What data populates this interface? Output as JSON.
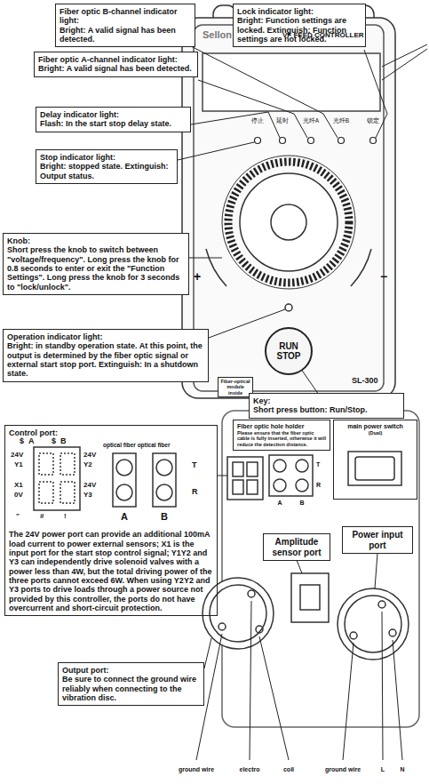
{
  "diagram": {
    "nodes": [
      {
        "text": [
          "Fiber optic B-channel indicator light:",
          "Bright: A valid signal has been detected."
        ]
      },
      {
        "text": [
          "Lock indicator light:",
          "Bright: Function settings are locked. Extinguish: Function settings are not locked."
        ]
      },
      {
        "text": [
          "Fiber optic A-channel indicator light:",
          "Bright: A valid signal has been detected."
        ]
      },
      {
        "text": [
          "Delay indicator light:",
          "Flash: In the start stop delay state."
        ]
      },
      {
        "text": [
          "Stop indicator light:",
          "Bright: stopped state. Extinguish: Output status."
        ]
      },
      {
        "text": [
          "Knob:",
          "Short press the knob to switch between \"voltage/frequency\". Long press the knob for 0.8 seconds to enter or exit the \"Function Settings\". Long press the knob for 3 seconds to \"lock/unlock\"."
        ]
      },
      {
        "text": [
          "Operation indicator light:",
          "Bright: in standby operation state. At this point, the output is determined by the fiber optic signal or external start stop port. Extinguish: In a shutdown state."
        ]
      },
      {
        "text": [
          "Fiber-optical module inside"
        ]
      },
      {
        "text": [
          "RUN",
          "STOP"
        ]
      },
      {
        "text": [
          "Key:",
          "Short press button: Run/Stop."
        ]
      },
      {
        "text": [
          "Control port:",
          "The 24V power port can provide an additional 100mA load current to power external sensors; X1 is the input port for the start stop control signal; Y1Y2 and Y3 can independently drive solenoid valves with a power less than 4W, but the total driving power of the three ports cannot exceed 6W. When using Y2Y2 and Y3 ports to drive loads through a power source not provided by this controller, the ports do not have overcurrent and short-circuit protection."
        ]
      },
      {
        "text": [
          "Fiber optic hole holder",
          "Please ensure that the fiber optic cable is fully inserted, otherwise it will reduce the detection distance."
        ]
      },
      {
        "text": [
          "main power switch",
          "(Dual)"
        ]
      },
      {
        "text": [
          "Amplitude sensor port"
        ]
      },
      {
        "text": [
          "Power input port"
        ]
      },
      {
        "text": [
          "Output port:",
          "Be sure to connect the ground wire reliably when connecting to the vibration disc."
        ]
      }
    ],
    "edges": [
      {
        "from": 9,
        "to": 8,
        "arrow": "none"
      }
    ],
    "labels": [
      "Sellon",
      "VF FEED CONTROLLER",
      "停止",
      "延时",
      "光纤A",
      "光纤B",
      "锁定",
      "+",
      "−",
      "SL-300",
      "$",
      "A",
      "$",
      "B",
      "24V",
      "Y1",
      "X1",
      "0V",
      "24V",
      "Y2",
      "24V",
      "Y3",
      "\"",
      "#",
      "!",
      "optical fiber optical fiber",
      "T",
      "R",
      "A",
      "B",
      "T",
      "R",
      "A",
      "B",
      "ground wire",
      "electro",
      "coil",
      "ground wire",
      "L",
      "N"
    ]
  }
}
